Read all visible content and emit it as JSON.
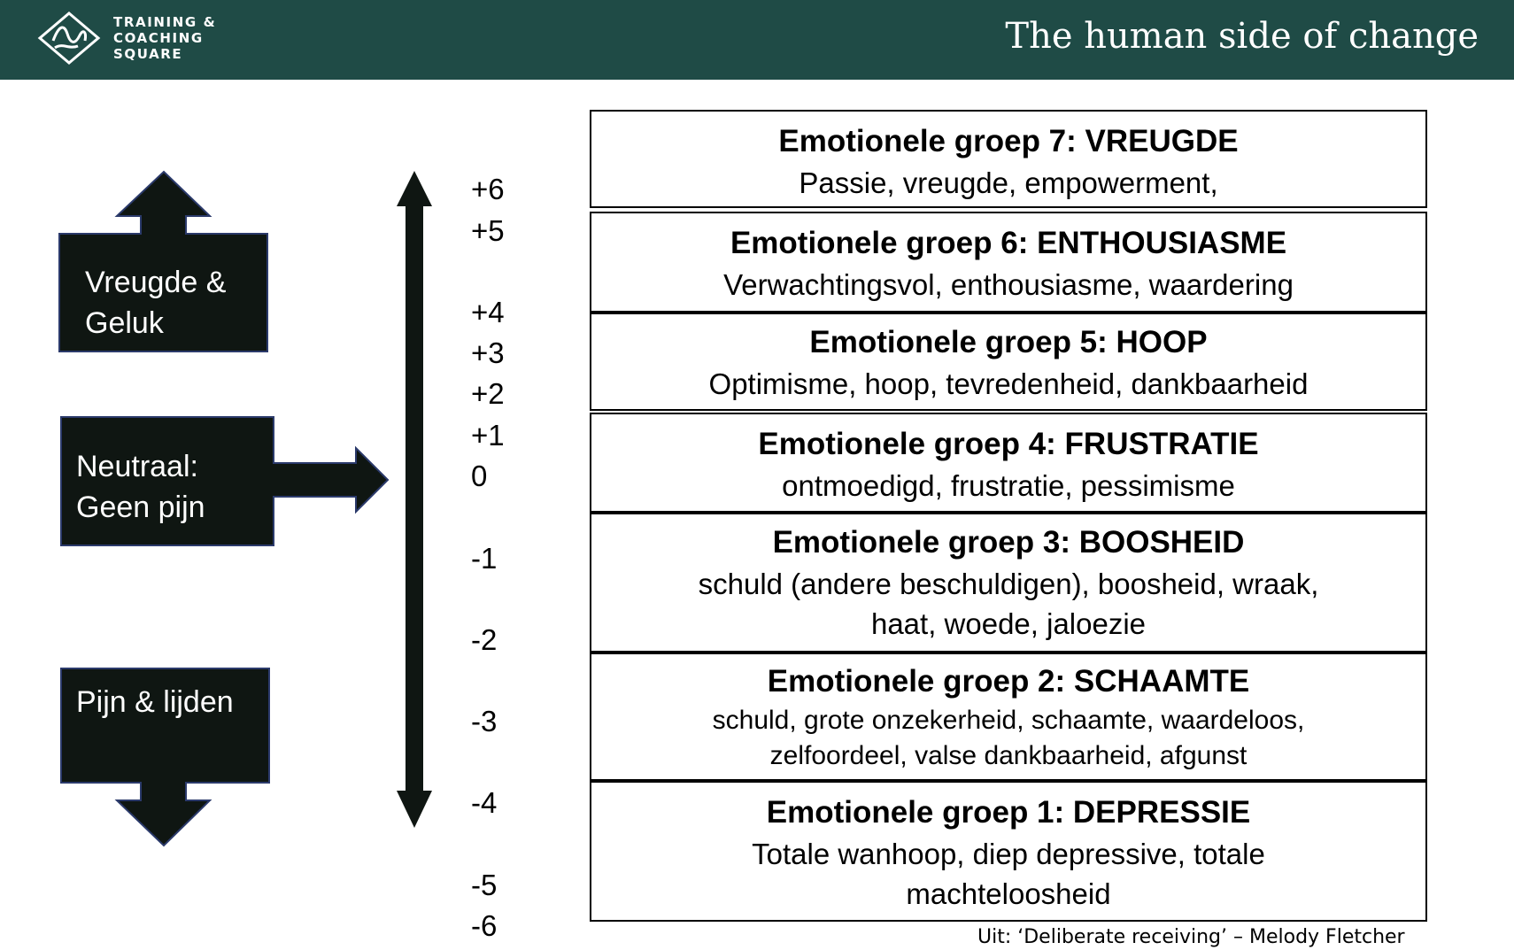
{
  "header": {
    "logo_lines": [
      "TRAINING &",
      "COACHING",
      "SQUARE"
    ],
    "title": "The human side of change",
    "background": "#1f4b46"
  },
  "left_boxes": {
    "top": {
      "line1": "Vreugde &",
      "line2": "Geluk",
      "icon": "arrow-up-icon"
    },
    "middle": {
      "line1": "Neutraal:",
      "line2": "Geen pijn",
      "icon": "arrow-right-icon"
    },
    "bottom": {
      "line1": "Pijn & lijden",
      "icon": "arrow-down-icon"
    },
    "box_color": "#0f1612"
  },
  "scale": {
    "icon": "double-arrow-icon",
    "values": [
      "+6",
      "+5",
      "+4",
      "+3",
      "+2",
      "+1",
      "0",
      "-1",
      "-2",
      "-3",
      "-4",
      "-5",
      "-6"
    ]
  },
  "groups": [
    {
      "title": "Emotionele groep 7: VREUGDE",
      "emotions": [
        "Passie, vreugde, empowerment,"
      ]
    },
    {
      "title": "Emotionele groep 6: ENTHOUSIASME",
      "emotions": [
        "Verwachtingsvol, enthousiasme, waardering"
      ]
    },
    {
      "title": "Emotionele groep 5: HOOP",
      "emotions": [
        "Optimisme, hoop, tevredenheid, dankbaarheid"
      ]
    },
    {
      "title": "Emotionele groep 4: FRUSTRATIE",
      "emotions": [
        "ontmoedigd, frustratie, pessimisme"
      ]
    },
    {
      "title": "Emotionele groep 3: BOOSHEID",
      "emotions": [
        "schuld (andere beschuldigen), boosheid, wraak,",
        "haat, woede, jaloezie"
      ]
    },
    {
      "title": "Emotionele groep 2: SCHAAMTE",
      "emotions": [
        "schuld, grote onzekerheid, schaamte, waardeloos,",
        "zelfoordeel, valse dankbaarheid, afgunst"
      ]
    },
    {
      "title": "Emotionele groep 1: DEPRESSIE",
      "emotions": [
        "Totale wanhoop, diep depressive, totale",
        "machteloosheid"
      ]
    }
  ],
  "source": "Uit: ‘Deliberate receiving’ – Melody Fletcher"
}
